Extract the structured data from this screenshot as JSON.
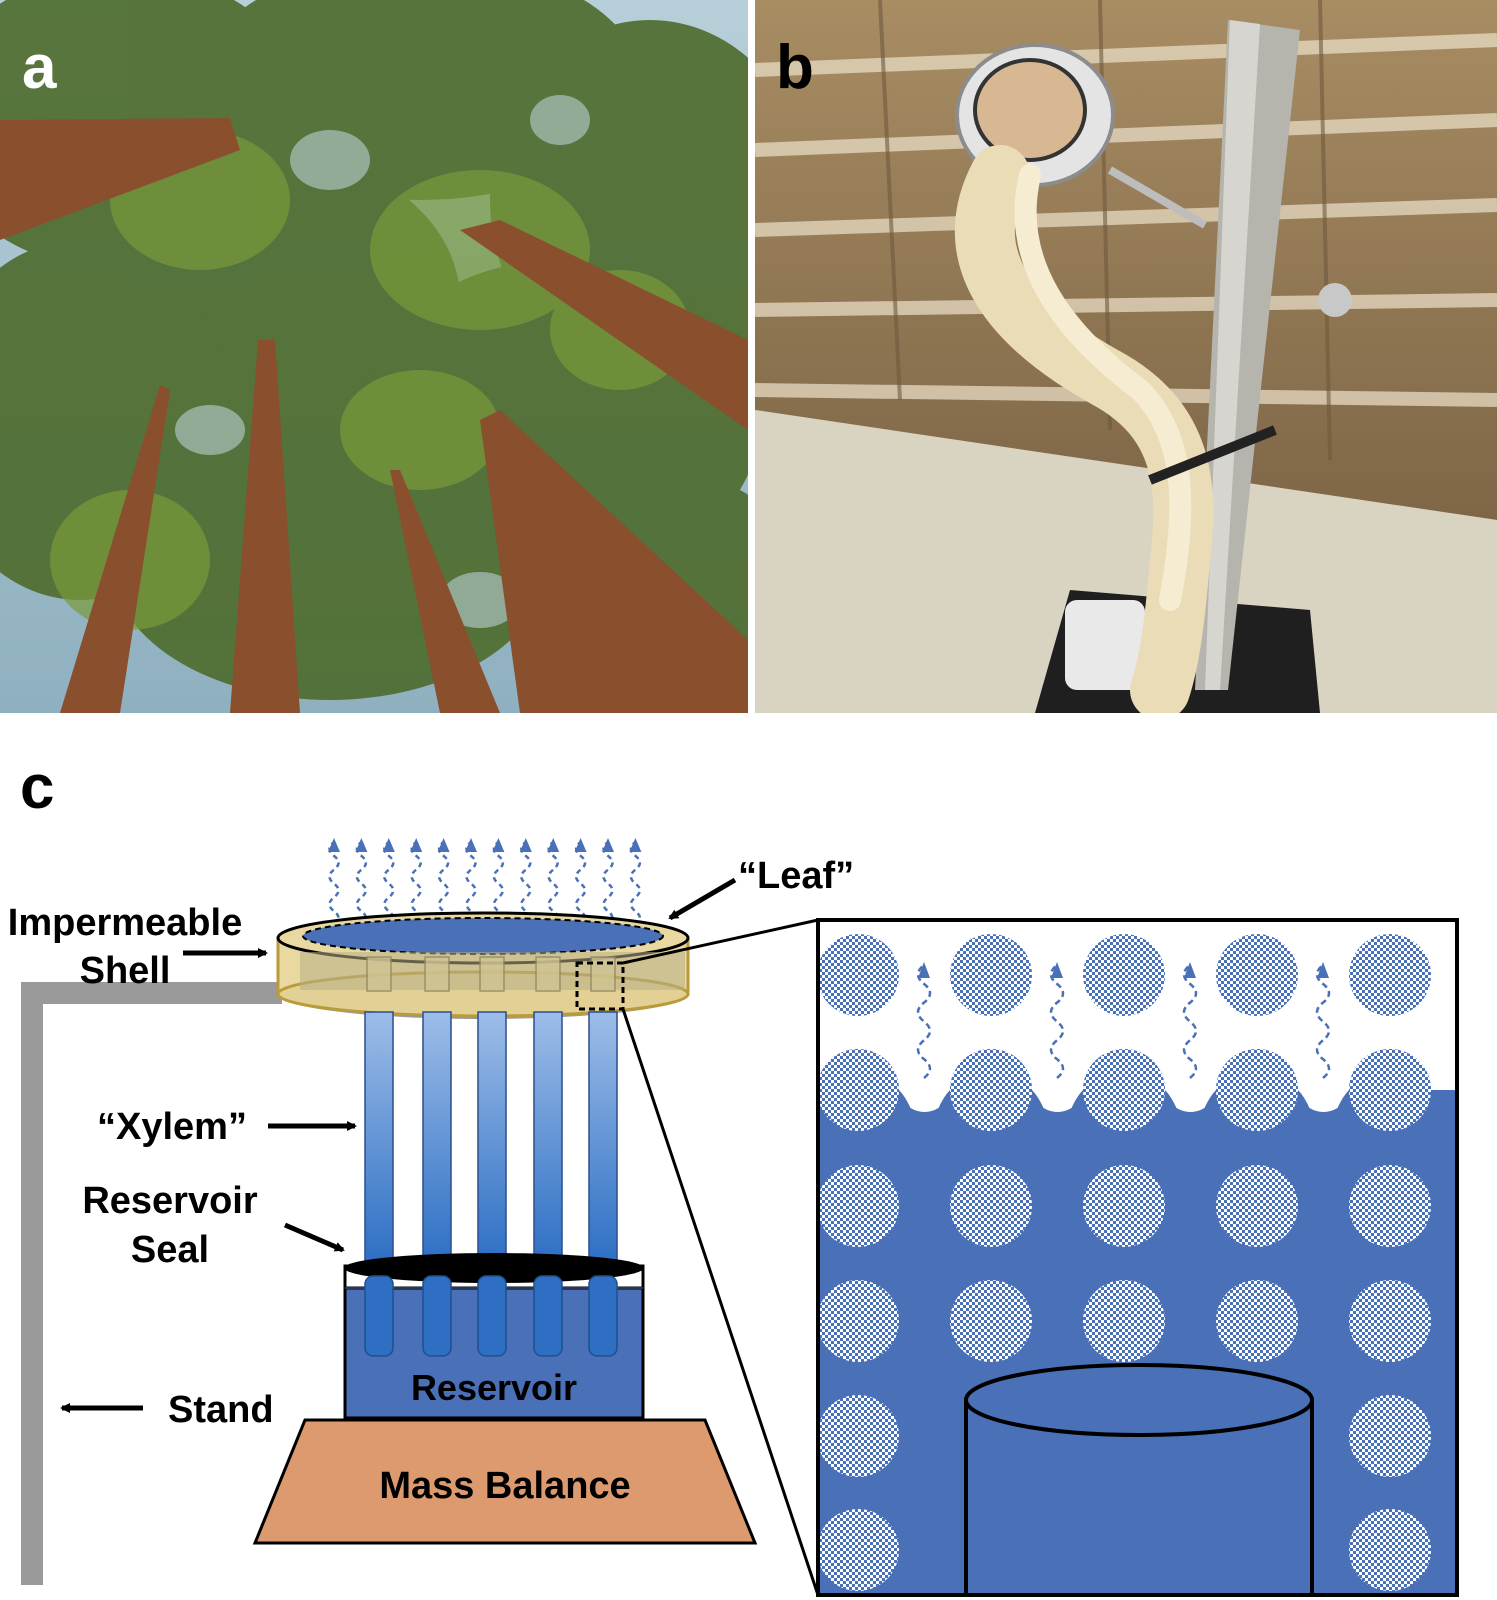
{
  "panels": {
    "a": {
      "letter": "a"
    },
    "b": {
      "letter": "b"
    },
    "c": {
      "letter": "c"
    }
  },
  "labels": {
    "impermeable_line1": "Impermeable",
    "impermeable_line2": "Shell",
    "leaf": "“Leaf”",
    "xylem": "“Xylem”",
    "reservoir_seal_line1": "Reservoir",
    "reservoir_seal_line2": "Seal",
    "stand": "Stand",
    "reservoir": "Reservoir",
    "mass_balance": "Mass Balance"
  },
  "colors": {
    "water_blue": "#4a70b8",
    "tube_blue": "#7fa6dc",
    "shell_yellow": "#e9d9a0",
    "balance_orange": "#dc9a6e",
    "stand_gray": "#9a9a9a",
    "vapor_blue": "#4a70b8"
  },
  "icons": {
    "photo_a": "redwood-forest-photo",
    "photo_b": "synthetic-tree-apparatus-photo"
  }
}
